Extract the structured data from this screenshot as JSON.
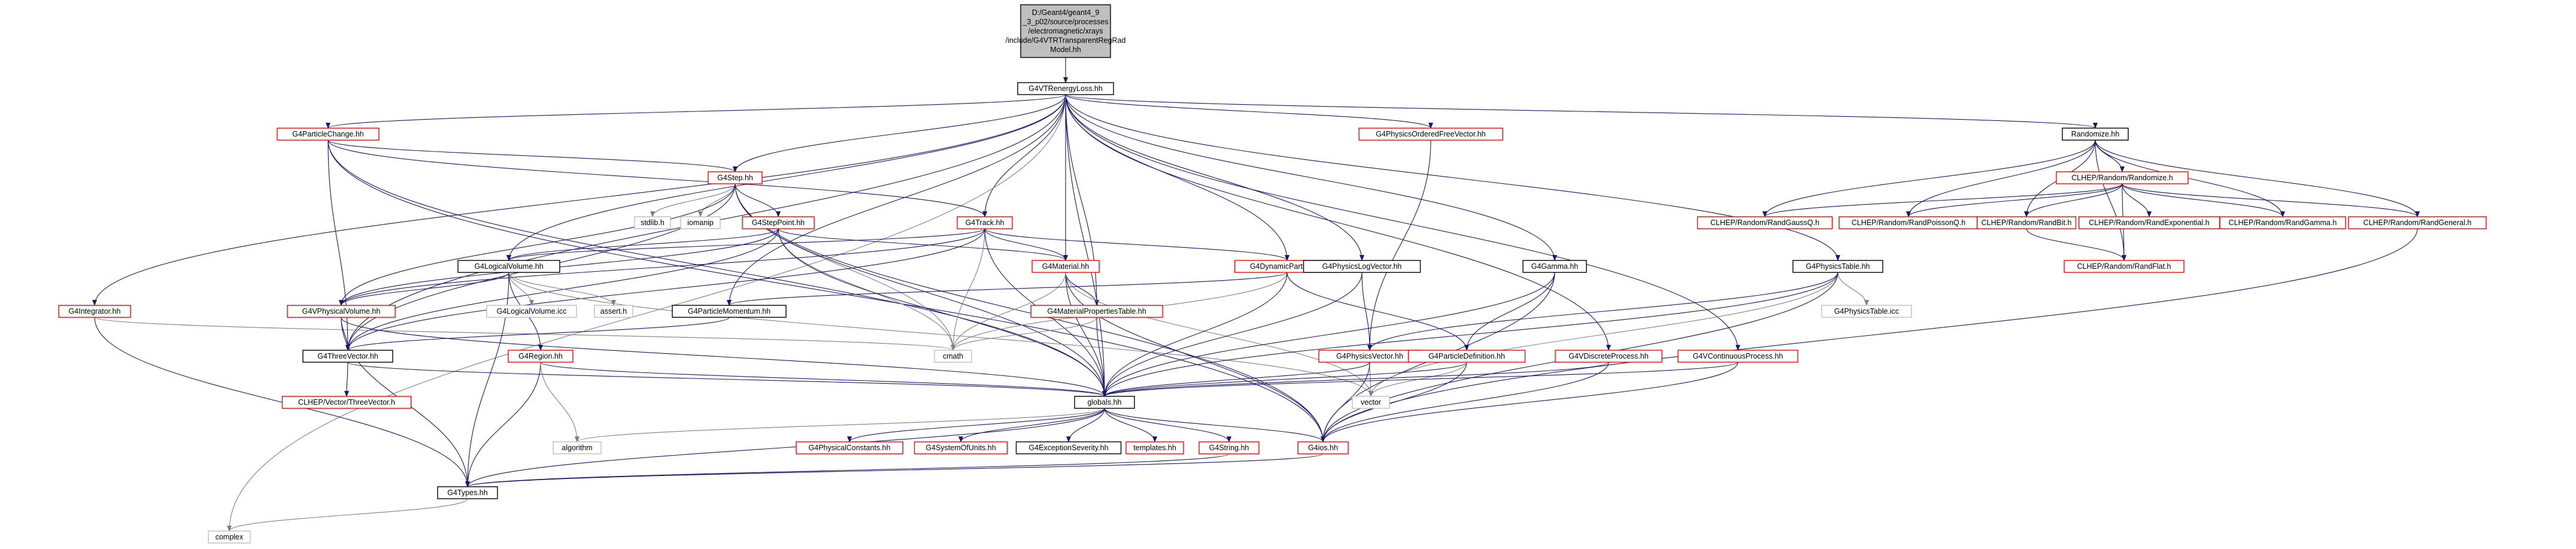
{
  "diagram": {
    "root_label_lines": [
      "D:/Geant4/geant4_9",
      "_3_p02/source/processes",
      "/electromagnetic/xrays",
      "/include/G4VTRTransparentRegRad",
      "Model.hh"
    ],
    "nodes": [
      {
        "id": "root",
        "label": "",
        "style": "root"
      },
      {
        "id": "g4vtrenergyloss",
        "label": "G4VTRenergyLoss.hh",
        "style": "black"
      },
      {
        "id": "g4particlechange",
        "label": "G4ParticleChange.hh",
        "style": "red"
      },
      {
        "id": "g4physicsorderedfreevector",
        "label": "G4PhysicsOrderedFreeVector.hh",
        "style": "red"
      },
      {
        "id": "randomize",
        "label": "Randomize.hh",
        "style": "black"
      },
      {
        "id": "clhep-randomize",
        "label": "CLHEP/Random/Randomize.h",
        "style": "red"
      },
      {
        "id": "g4step",
        "label": "G4Step.hh",
        "style": "red"
      },
      {
        "id": "g4steppoint",
        "label": "G4StepPoint.hh",
        "style": "red"
      },
      {
        "id": "stdlib",
        "label": "stdlib.h",
        "style": "gray"
      },
      {
        "id": "iomanip",
        "label": "iomanip",
        "style": "gray"
      },
      {
        "id": "g4track",
        "label": "G4Track.hh",
        "style": "red"
      },
      {
        "id": "g4logicalvolume",
        "label": "G4LogicalVolume.hh",
        "style": "black"
      },
      {
        "id": "g4material",
        "label": "G4Material.hh",
        "style": "red"
      },
      {
        "id": "g4dynamicparticle",
        "label": "G4DynamicParticle.hh",
        "style": "red"
      },
      {
        "id": "g4integrator",
        "label": "G4Integrator.hh",
        "style": "red"
      },
      {
        "id": "g4vphysicalvolume",
        "label": "G4VPhysicalVolume.hh",
        "style": "red"
      },
      {
        "id": "g4logicalvolume-icc",
        "label": "G4LogicalVolume.icc",
        "style": "gray"
      },
      {
        "id": "assert",
        "label": "assert.h",
        "style": "gray"
      },
      {
        "id": "g4particlemomentum",
        "label": "G4ParticleMomentum.hh",
        "style": "black"
      },
      {
        "id": "g4materialpropertiestable",
        "label": "G4MaterialPropertiesTable.hh",
        "style": "red"
      },
      {
        "id": "g4physicslogvector",
        "label": "G4PhysicsLogVector.hh",
        "style": "black"
      },
      {
        "id": "g4gamma",
        "label": "G4Gamma.hh",
        "style": "black"
      },
      {
        "id": "g4physicstable",
        "label": "G4PhysicsTable.hh",
        "style": "black"
      },
      {
        "id": "g4physicstable-icc",
        "label": "G4PhysicsTable.icc",
        "style": "gray"
      },
      {
        "id": "g4threevector",
        "label": "G4ThreeVector.hh",
        "style": "black"
      },
      {
        "id": "cmath",
        "label": "cmath",
        "style": "gray"
      },
      {
        "id": "g4region",
        "label": "G4Region.hh",
        "style": "red"
      },
      {
        "id": "g4physicsvector",
        "label": "G4PhysicsVector.hh",
        "style": "red"
      },
      {
        "id": "g4particledefinition",
        "label": "G4ParticleDefinition.hh",
        "style": "red"
      },
      {
        "id": "g4vdiscreteprocess",
        "label": "G4VDiscreteProcess.hh",
        "style": "red"
      },
      {
        "id": "g4vcontinuousprocess",
        "label": "G4VContinuousProcess.hh",
        "style": "red"
      },
      {
        "id": "clhep-vectorthreevector",
        "label": "CLHEP/Vector/ThreeVector.h",
        "style": "red"
      },
      {
        "id": "globals",
        "label": "globals.hh",
        "style": "black"
      },
      {
        "id": "vector",
        "label": "vector",
        "style": "gray"
      },
      {
        "id": "algorithm",
        "label": "algorithm",
        "style": "gray"
      },
      {
        "id": "g4physicalconstants",
        "label": "G4PhysicalConstants.hh",
        "style": "red"
      },
      {
        "id": "g4systemofunits",
        "label": "G4SystemOfUnits.hh",
        "style": "red"
      },
      {
        "id": "g4exceptionseverity",
        "label": "G4ExceptionSeverity.hh",
        "style": "black"
      },
      {
        "id": "templates",
        "label": "templates.hh",
        "style": "red"
      },
      {
        "id": "g4string",
        "label": "G4String.hh",
        "style": "red"
      },
      {
        "id": "g4ios",
        "label": "G4ios.hh",
        "style": "red"
      },
      {
        "id": "g4types",
        "label": "G4Types.hh",
        "style": "black"
      },
      {
        "id": "complex",
        "label": "complex",
        "style": "gray"
      },
      {
        "id": "randgauss",
        "label": "CLHEP/Random/RandGaussQ.h",
        "style": "red"
      },
      {
        "id": "randpoisson",
        "label": "CLHEP/Random/RandPoissonQ.h",
        "style": "red"
      },
      {
        "id": "randbit",
        "label": "CLHEP/Random/RandBit.h",
        "style": "red"
      },
      {
        "id": "randexponential",
        "label": "CLHEP/Random/RandExponential.h",
        "style": "red"
      },
      {
        "id": "randgamma",
        "label": "CLHEP/Random/RandGamma.h",
        "style": "red"
      },
      {
        "id": "randgeneral",
        "label": "CLHEP/Random/RandGeneral.h",
        "style": "red"
      },
      {
        "id": "randflat",
        "label": "CLHEP/Random/RandFlat.h",
        "style": "red"
      }
    ],
    "edges": [
      [
        "root",
        "g4vtrenergyloss"
      ],
      [
        "g4vtrenergyloss",
        "g4particlechange"
      ],
      [
        "g4vtrenergyloss",
        "g4step"
      ],
      [
        "g4vtrenergyloss",
        "g4track"
      ],
      [
        "g4vtrenergyloss",
        "g4logicalvolume"
      ],
      [
        "g4vtrenergyloss",
        "g4material"
      ],
      [
        "g4vtrenergyloss",
        "g4dynamicparticle"
      ],
      [
        "g4vtrenergyloss",
        "g4integrator"
      ],
      [
        "g4vtrenergyloss",
        "g4particlemomentum"
      ],
      [
        "g4vtrenergyloss",
        "g4materialpropertiestable"
      ],
      [
        "g4vtrenergyloss",
        "g4physicslogvector"
      ],
      [
        "g4vtrenergyloss",
        "g4gamma"
      ],
      [
        "g4vtrenergyloss",
        "g4physicstable"
      ],
      [
        "g4vtrenergyloss",
        "g4physicsorderedfreevector"
      ],
      [
        "g4vtrenergyloss",
        "g4vdiscreteprocess"
      ],
      [
        "g4vtrenergyloss",
        "g4vcontinuousprocess"
      ],
      [
        "g4vtrenergyloss",
        "randomize"
      ],
      [
        "g4vtrenergyloss",
        "globals"
      ],
      [
        "g4vtrenergyloss",
        "g4threevector"
      ],
      [
        "g4vtrenergyloss",
        "complex"
      ],
      [
        "g4particlechange",
        "g4step"
      ],
      [
        "g4particlechange",
        "g4track"
      ],
      [
        "g4particlechange",
        "g4threevector"
      ],
      [
        "g4particlechange",
        "globals"
      ],
      [
        "g4particlechange",
        "g4ios"
      ],
      [
        "g4step",
        "stdlib"
      ],
      [
        "g4step",
        "iomanip"
      ],
      [
        "g4step",
        "g4steppoint"
      ],
      [
        "g4step",
        "g4vphysicalvolume"
      ],
      [
        "g4step",
        "g4threevector"
      ],
      [
        "g4step",
        "cmath"
      ],
      [
        "g4step",
        "globals"
      ],
      [
        "g4step",
        "g4ios"
      ],
      [
        "g4steppoint",
        "g4material"
      ],
      [
        "g4steppoint",
        "g4logicalvolume"
      ],
      [
        "g4steppoint",
        "g4vphysicalvolume"
      ],
      [
        "g4steppoint",
        "g4threevector"
      ],
      [
        "g4steppoint",
        "cmath"
      ],
      [
        "g4steppoint",
        "globals"
      ],
      [
        "g4track",
        "g4dynamicparticle"
      ],
      [
        "g4track",
        "g4logicalvolume"
      ],
      [
        "g4track",
        "g4vphysicalvolume"
      ],
      [
        "g4track",
        "g4material"
      ],
      [
        "g4track",
        "g4threevector"
      ],
      [
        "g4track",
        "cmath"
      ],
      [
        "g4track",
        "globals"
      ],
      [
        "g4logicalvolume",
        "g4vphysicalvolume"
      ],
      [
        "g4logicalvolume",
        "g4logicalvolume-icc"
      ],
      [
        "g4logicalvolume",
        "assert"
      ],
      [
        "g4logicalvolume",
        "g4region"
      ],
      [
        "g4logicalvolume",
        "g4types"
      ],
      [
        "g4logicalvolume",
        "vector"
      ],
      [
        "g4material",
        "g4materialpropertiestable"
      ],
      [
        "g4material",
        "globals"
      ],
      [
        "g4material",
        "g4ios"
      ],
      [
        "g4material",
        "vector"
      ],
      [
        "g4material",
        "cmath"
      ],
      [
        "g4dynamicparticle",
        "g4particlemomentum"
      ],
      [
        "g4dynamicparticle",
        "g4particledefinition"
      ],
      [
        "g4dynamicparticle",
        "cmath"
      ],
      [
        "g4dynamicparticle",
        "globals"
      ],
      [
        "g4integrator",
        "g4types"
      ],
      [
        "g4integrator",
        "cmath"
      ],
      [
        "g4vphysicalvolume",
        "g4threevector"
      ],
      [
        "g4vphysicalvolume",
        "g4types"
      ],
      [
        "g4vphysicalvolume",
        "globals"
      ],
      [
        "g4particlemomentum",
        "g4threevector"
      ],
      [
        "g4materialpropertiestable",
        "cmath"
      ],
      [
        "g4materialpropertiestable",
        "globals"
      ],
      [
        "g4physicslogvector",
        "g4physicsvector"
      ],
      [
        "g4physicslogvector",
        "globals"
      ],
      [
        "g4physicsorderedfreevector",
        "g4physicsvector"
      ],
      [
        "g4gamma",
        "g4particledefinition"
      ],
      [
        "g4gamma",
        "globals"
      ],
      [
        "g4gamma",
        "g4ios"
      ],
      [
        "g4physicstable",
        "g4physicstable-icc"
      ],
      [
        "g4physicstable",
        "g4physicsvector"
      ],
      [
        "g4physicstable",
        "vector"
      ],
      [
        "g4physicstable",
        "globals"
      ],
      [
        "g4physicstable",
        "g4ios"
      ],
      [
        "g4threevector",
        "clhep-vectorthreevector"
      ],
      [
        "g4threevector",
        "globals"
      ],
      [
        "g4region",
        "g4types"
      ],
      [
        "g4region",
        "algorithm"
      ],
      [
        "g4region",
        "globals"
      ],
      [
        "g4physicsvector",
        "vector"
      ],
      [
        "g4physicsvector",
        "globals"
      ],
      [
        "g4physicsvector",
        "g4ios"
      ],
      [
        "g4particledefinition",
        "globals"
      ],
      [
        "g4particledefinition",
        "g4ios"
      ],
      [
        "g4particledefinition",
        "vector"
      ],
      [
        "g4vdiscreteprocess",
        "globals"
      ],
      [
        "g4vdiscreteprocess",
        "g4ios"
      ],
      [
        "g4vcontinuousprocess",
        "globals"
      ],
      [
        "g4vcontinuousprocess",
        "g4ios"
      ],
      [
        "globals",
        "g4physicalconstants"
      ],
      [
        "globals",
        "g4systemofunits"
      ],
      [
        "globals",
        "g4exceptionseverity"
      ],
      [
        "globals",
        "templates"
      ],
      [
        "globals",
        "g4string"
      ],
      [
        "globals",
        "g4ios"
      ],
      [
        "globals",
        "g4types"
      ],
      [
        "globals",
        "algorithm"
      ],
      [
        "g4ios",
        "g4types"
      ],
      [
        "g4string",
        "g4types"
      ],
      [
        "g4types",
        "complex"
      ],
      [
        "randomize",
        "clhep-randomize"
      ],
      [
        "randomize",
        "randgauss"
      ],
      [
        "randomize",
        "randpoisson"
      ],
      [
        "randomize",
        "randbit"
      ],
      [
        "randomize",
        "randgamma"
      ],
      [
        "randomize",
        "randgeneral"
      ],
      [
        "randomize",
        "randflat"
      ],
      [
        "clhep-randomize",
        "randgauss"
      ],
      [
        "clhep-randomize",
        "randpoisson"
      ],
      [
        "clhep-randomize",
        "randbit"
      ],
      [
        "clhep-randomize",
        "randexponential"
      ],
      [
        "clhep-randomize",
        "randgamma"
      ],
      [
        "clhep-randomize",
        "randgeneral"
      ],
      [
        "clhep-randomize",
        "randflat"
      ],
      [
        "randbit",
        "randflat"
      ],
      [
        "randgeneral",
        "g4ios"
      ]
    ]
  }
}
